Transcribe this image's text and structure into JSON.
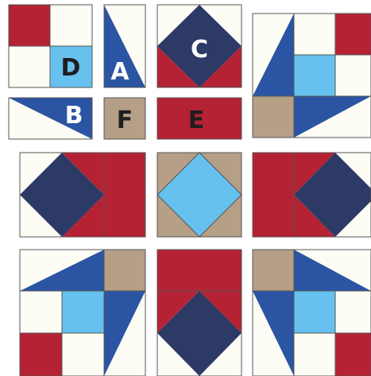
{
  "colors": {
    "cream": "#fdfcf5",
    "red": "#b52234",
    "navy": "#2d3a66",
    "blue": "#2b55a2",
    "sky": "#67c1ee",
    "tan": "#b59f86",
    "outline": "#555555",
    "label_dark": "#1f1f1f",
    "label_light": "#ffffff"
  },
  "pieces": {
    "A": "A",
    "B": "B",
    "C": "C",
    "D": "D",
    "E": "E",
    "F": "F"
  }
}
